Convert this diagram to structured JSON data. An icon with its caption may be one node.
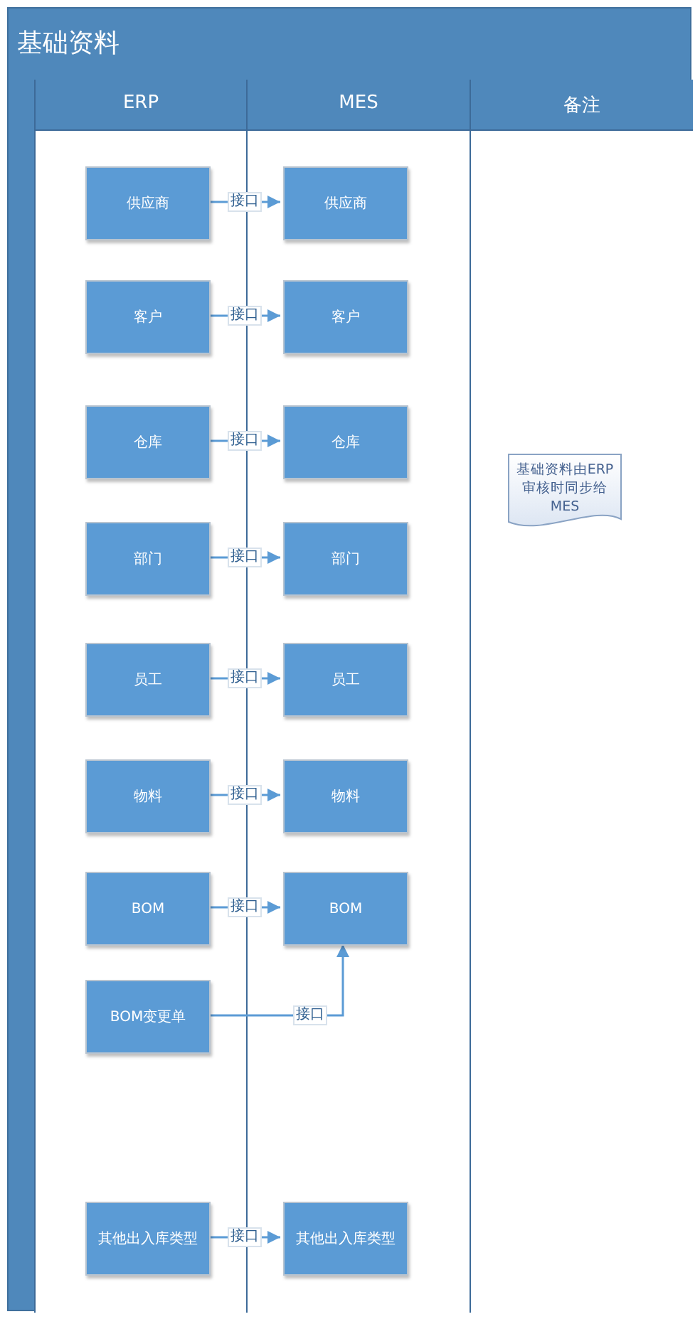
{
  "diagram": {
    "title": "基础资料",
    "nodes": [
      {
        "text": [
          "ERP"
        ]
      },
      {
        "text": [
          "MES"
        ]
      },
      {
        "text": [
          "备注"
        ]
      },
      {
        "text": [
          "供应商"
        ],
        "in": 0
      },
      {
        "text": [
          "供应商"
        ],
        "in": 1
      },
      {
        "text": [
          "客户"
        ],
        "in": 0
      },
      {
        "text": [
          "客户"
        ],
        "in": 1
      },
      {
        "text": [
          "仓库"
        ],
        "in": 0
      },
      {
        "text": [
          "仓库"
        ],
        "in": 1
      },
      {
        "text": [
          "部门"
        ],
        "in": 0
      },
      {
        "text": [
          "部门"
        ],
        "in": 1
      },
      {
        "text": [
          "员工"
        ],
        "in": 0
      },
      {
        "text": [
          "员工"
        ],
        "in": 1
      },
      {
        "text": [
          "物料"
        ],
        "in": 0
      },
      {
        "text": [
          "物料"
        ],
        "in": 1
      },
      {
        "text": [
          "BOM"
        ],
        "in": 0
      },
      {
        "text": [
          "BOM"
        ],
        "in": 1
      },
      {
        "text": [
          "BOM变更单"
        ],
        "in": 0
      },
      {
        "text": [
          "其他出入库类型"
        ],
        "in": 0
      },
      {
        "text": [
          "其他出入库类型"
        ],
        "in": 1
      },
      {
        "text": [
          "基础资料由ERP审核时同步给MES"
        ],
        "in": 2
      }
    ],
    "edges": [
      {
        "from": 3,
        "to": 4,
        "arrow": "to",
        "label": "接口"
      },
      {
        "from": 5,
        "to": 6,
        "arrow": "to",
        "label": "接口"
      },
      {
        "from": 7,
        "to": 8,
        "arrow": "to",
        "label": "接口"
      },
      {
        "from": 9,
        "to": 10,
        "arrow": "to",
        "label": "接口"
      },
      {
        "from": 11,
        "to": 12,
        "arrow": "to",
        "label": "接口"
      },
      {
        "from": 13,
        "to": 14,
        "arrow": "to",
        "label": "接口"
      },
      {
        "from": 15,
        "to": 16,
        "arrow": "to",
        "label": "接口"
      },
      {
        "from": 17,
        "to": 16,
        "arrow": "to",
        "label": "接口"
      },
      {
        "from": 18,
        "to": 19,
        "arrow": "to",
        "label": "接口"
      }
    ]
  }
}
